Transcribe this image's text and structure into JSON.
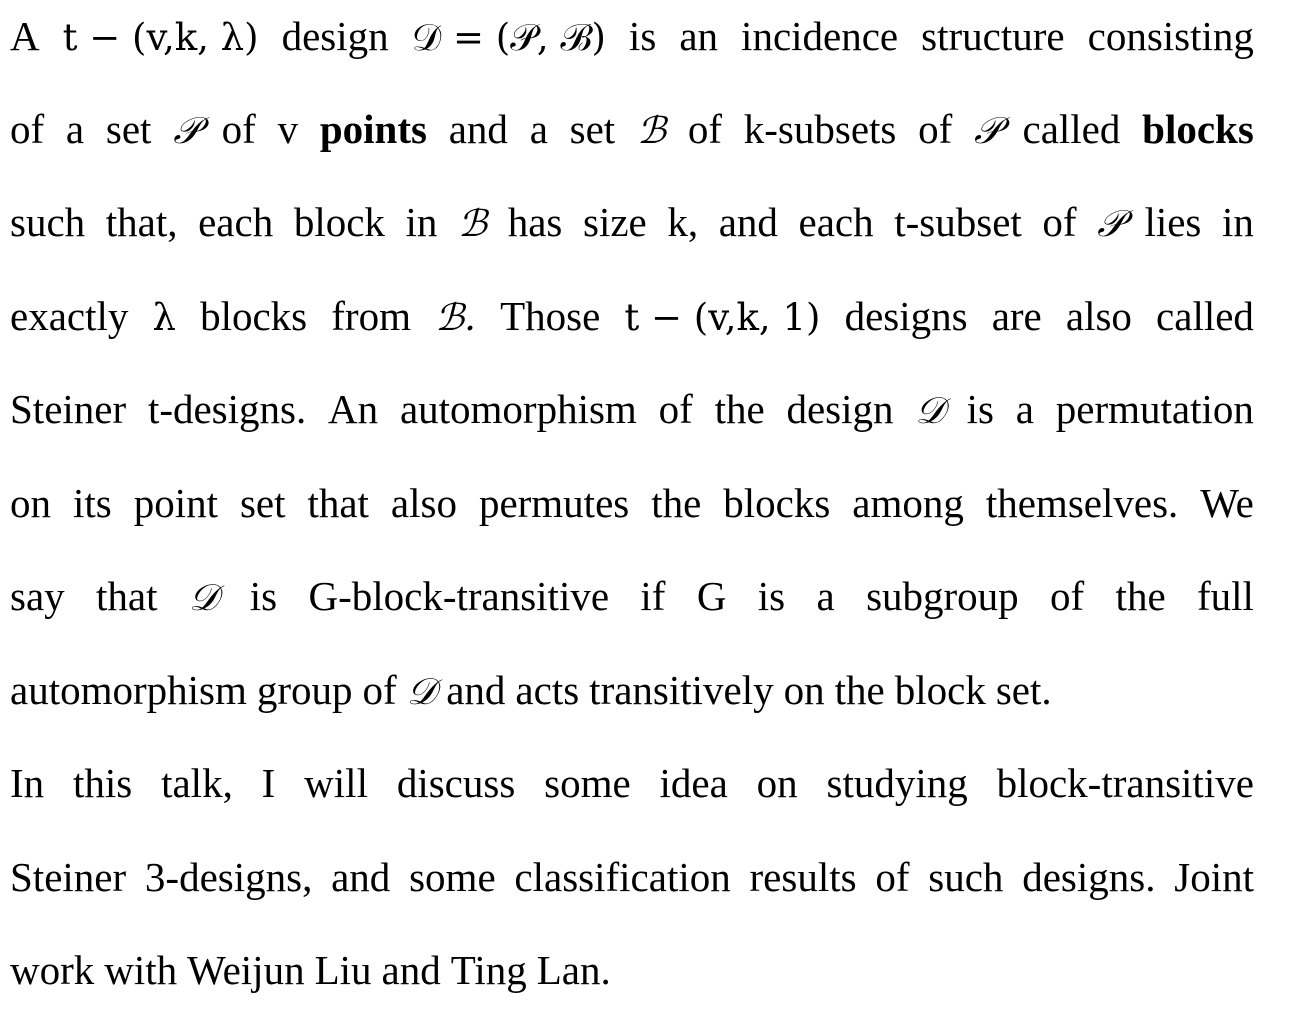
{
  "paragraphs": [
    {
      "lines": [
        [
          {
            "t": "A"
          },
          {
            "t": "t − (v,k, λ)",
            "c": "m"
          },
          {
            "t": "design"
          },
          {
            "t": "𝒟 = (𝒫, ℬ)",
            "c": "m"
          },
          {
            "t": "is"
          },
          {
            "t": "an"
          },
          {
            "t": "incidence"
          },
          {
            "t": "structure"
          },
          {
            "t": "consisting"
          }
        ],
        [
          {
            "t": "of"
          },
          {
            "t": "a"
          },
          {
            "t": "set"
          },
          {
            "t": "𝒫",
            "c": "cal"
          },
          {
            "t": "of"
          },
          {
            "t": "v"
          },
          {
            "t": "points",
            "c": "b"
          },
          {
            "t": "and"
          },
          {
            "t": "a"
          },
          {
            "t": "set"
          },
          {
            "t": "ℬ",
            "c": "cal"
          },
          {
            "t": "of"
          },
          {
            "t": "k-subsets"
          },
          {
            "t": "of"
          },
          {
            "t": "𝒫",
            "c": "cal"
          },
          {
            "t": "called"
          },
          {
            "t": "blocks",
            "c": "b"
          }
        ],
        [
          {
            "t": "such"
          },
          {
            "t": "that,"
          },
          {
            "t": "each"
          },
          {
            "t": "block"
          },
          {
            "t": "in"
          },
          {
            "t": "ℬ",
            "c": "cal"
          },
          {
            "t": "has"
          },
          {
            "t": "size"
          },
          {
            "t": "k,"
          },
          {
            "t": "and"
          },
          {
            "t": "each"
          },
          {
            "t": "t-subset"
          },
          {
            "t": "of"
          },
          {
            "t": "𝒫",
            "c": "cal"
          },
          {
            "t": "lies"
          },
          {
            "t": "in"
          }
        ],
        [
          {
            "t": "exactly"
          },
          {
            "t": "λ",
            "c": "m"
          },
          {
            "t": "blocks"
          },
          {
            "t": "from"
          },
          {
            "t": "ℬ.",
            "c": "cal"
          },
          {
            "t": "Those"
          },
          {
            "t": "t − (v,k, 1)",
            "c": "m"
          },
          {
            "t": "designs"
          },
          {
            "t": "are"
          },
          {
            "t": "also"
          },
          {
            "t": "called"
          }
        ],
        [
          {
            "t": "Steiner"
          },
          {
            "t": "t-designs."
          },
          {
            "t": "An"
          },
          {
            "t": "automorphism"
          },
          {
            "t": "of"
          },
          {
            "t": "the"
          },
          {
            "t": "design"
          },
          {
            "t": "𝒟",
            "c": "cal"
          },
          {
            "t": "is"
          },
          {
            "t": "a"
          },
          {
            "t": "permutation"
          }
        ],
        [
          {
            "t": "on"
          },
          {
            "t": "its"
          },
          {
            "t": "point"
          },
          {
            "t": "set"
          },
          {
            "t": "that"
          },
          {
            "t": "also"
          },
          {
            "t": "permutes"
          },
          {
            "t": "the"
          },
          {
            "t": "blocks"
          },
          {
            "t": "among"
          },
          {
            "t": "themselves."
          },
          {
            "t": "We"
          }
        ],
        [
          {
            "t": "say"
          },
          {
            "t": "that"
          },
          {
            "t": "𝒟",
            "c": "cal"
          },
          {
            "t": "is"
          },
          {
            "t": "G-block-transitive"
          },
          {
            "t": "if"
          },
          {
            "t": "G"
          },
          {
            "t": "is"
          },
          {
            "t": "a"
          },
          {
            "t": "subgroup"
          },
          {
            "t": "of"
          },
          {
            "t": "the"
          },
          {
            "t": "full"
          }
        ],
        [
          {
            "t": "automorphism"
          },
          {
            "t": "group"
          },
          {
            "t": "of"
          },
          {
            "t": "𝒟",
            "c": "cal"
          },
          {
            "t": "and"
          },
          {
            "t": "acts"
          },
          {
            "t": "transitively"
          },
          {
            "t": "on"
          },
          {
            "t": "the"
          },
          {
            "t": "block"
          },
          {
            "t": "set."
          }
        ]
      ]
    },
    {
      "lines": [
        [
          {
            "t": "In"
          },
          {
            "t": "this"
          },
          {
            "t": "talk,"
          },
          {
            "t": "I"
          },
          {
            "t": "will"
          },
          {
            "t": "discuss"
          },
          {
            "t": "some"
          },
          {
            "t": "idea"
          },
          {
            "t": "on"
          },
          {
            "t": "studying"
          },
          {
            "t": "block-transitive"
          }
        ],
        [
          {
            "t": "Steiner"
          },
          {
            "t": "3-designs,"
          },
          {
            "t": "and"
          },
          {
            "t": "some"
          },
          {
            "t": "classification"
          },
          {
            "t": "results"
          },
          {
            "t": "of"
          },
          {
            "t": "such"
          },
          {
            "t": "designs."
          },
          {
            "t": "Joint"
          }
        ],
        [
          {
            "t": "work"
          },
          {
            "t": "with"
          },
          {
            "t": "Weijun"
          },
          {
            "t": "Liu"
          },
          {
            "t": "and"
          },
          {
            "t": "Ting"
          },
          {
            "t": "Lan."
          }
        ]
      ]
    }
  ]
}
